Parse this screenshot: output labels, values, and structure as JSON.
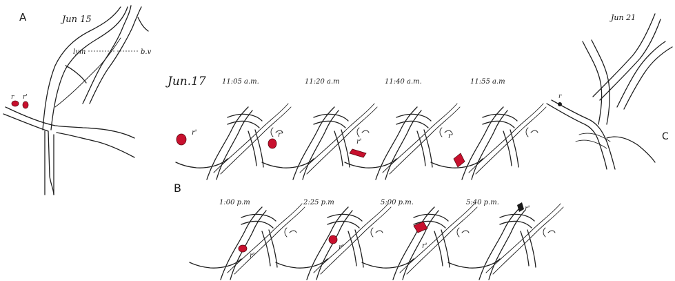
{
  "panels": {
    "a": {
      "letter": "A",
      "date": "Jun 15",
      "cell_labels": [
        "r",
        "r'"
      ],
      "lym": "lym",
      "bv": "b.v"
    },
    "b": {
      "letter": "B",
      "date": "Jun.17",
      "cell_label": "r'",
      "row1_times": [
        "11:05 a.m.",
        "11:20 a.m",
        "11:40 a.m.",
        "11:55 a.m"
      ],
      "row2_times": [
        "1:00 p.m",
        "2:25 p.m",
        "5:00 p.m.",
        "5:40 p.m."
      ]
    },
    "c": {
      "letter": "C",
      "date": "Jun 21",
      "cell_label": "r"
    }
  },
  "colors": {
    "cell": "#c8102e",
    "ink": "#1f1f1f"
  }
}
